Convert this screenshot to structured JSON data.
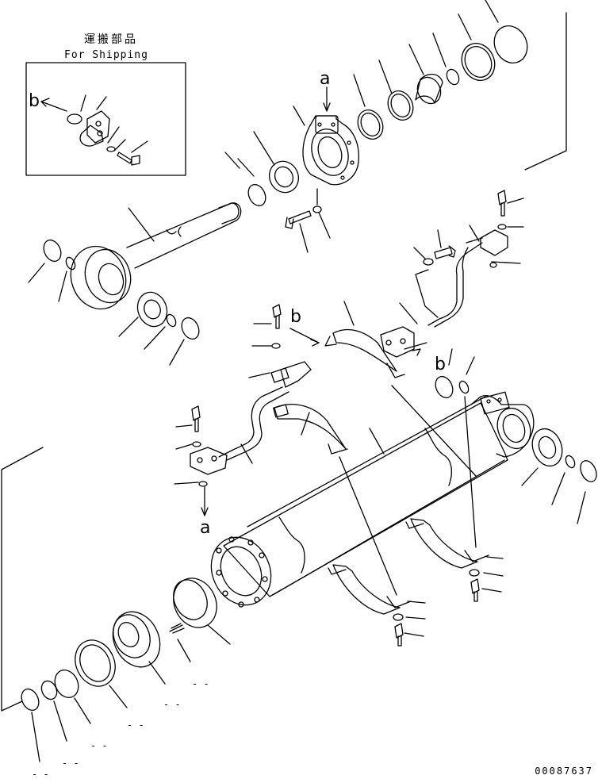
{
  "shipping_box": {
    "title_jp": "運搬部品",
    "title_en": "For Shipping",
    "arrow_label": "b"
  },
  "callouts": {
    "a_top": "a",
    "b_mid": "b",
    "b_right": "b",
    "a_bottom": "a"
  },
  "drawing_number": "00087637",
  "stub_labels": [
    "- -",
    "- -",
    "- -",
    "- -",
    "- -",
    "- -"
  ]
}
